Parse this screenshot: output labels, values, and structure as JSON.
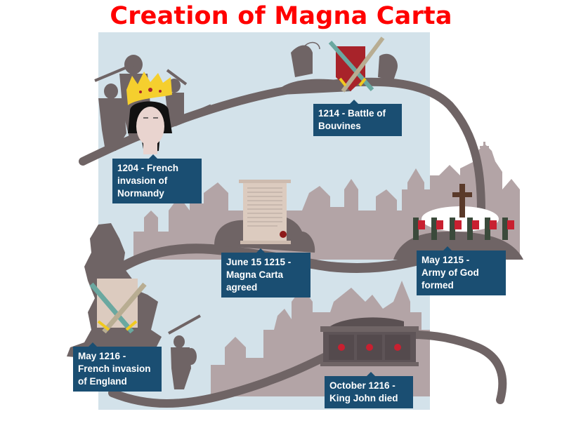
{
  "title": "Creation of Magna Carta",
  "colors": {
    "title": "#ff0000",
    "background_panel": "#d3e2ea",
    "road": "#6f6465",
    "skyline": "#b3a4a6",
    "label_box": "#1a4e72",
    "label_text": "#ffffff",
    "crown": "#f5cf2e",
    "shield": "#a8232a",
    "seal": "#8d1a1a"
  },
  "events": [
    {
      "id": "normandy",
      "text": "1204 - French\ninvasion of\nNormandy",
      "icon": "king-john-crown-icon"
    },
    {
      "id": "bouvines",
      "text": "1214 - Battle of\nBouvines",
      "icon": "crossed-swords-shield-icon"
    },
    {
      "id": "army",
      "text": "May 1215 -\nArmy of God\nformed",
      "icon": "soldiers-cross-icon"
    },
    {
      "id": "magna",
      "text": "June 15 1215 -\nMagna Carta\nagreed",
      "icon": "charter-scroll-icon"
    },
    {
      "id": "england",
      "text": "May 1216 -\nFrench invasion\nof England",
      "icon": "england-map-swords-icon"
    },
    {
      "id": "died",
      "text": "October 1216 -\nKing John died",
      "icon": "tomb-icon"
    }
  ]
}
